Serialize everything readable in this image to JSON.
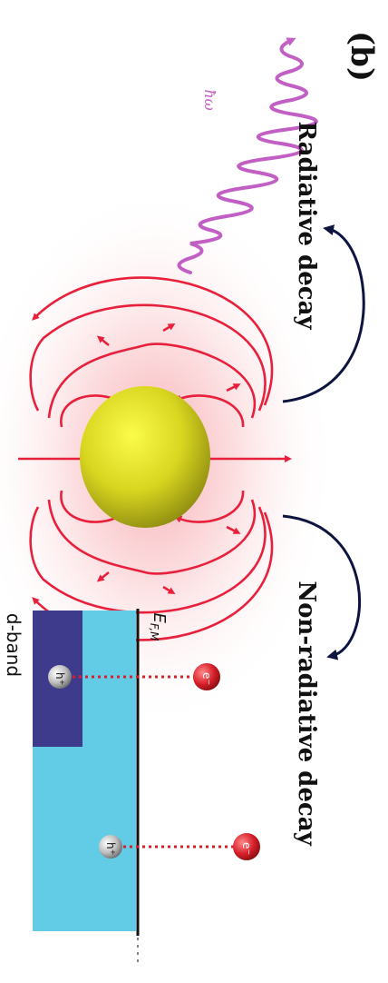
{
  "panel_label": "(b)",
  "photon_label": "ħω",
  "radiative_label": "Radiative decay",
  "nonradiative_label": "Non-radiative decay",
  "fermi_label": "E",
  "fermi_sub": "F,M",
  "dband_label": "d-band",
  "electron_label": "e",
  "electron_sup": "−",
  "hole_label": "h",
  "hole_sup": "+",
  "colors": {
    "field_lines": "#e8203c",
    "photon": "#c25fc4",
    "arrows": "#0e1440",
    "dband": "#3e3a8c",
    "conduction": "#62cbe6",
    "electron": "#d81f2a",
    "particle_top": "#fbfb4a",
    "particle_bottom": "#8c8a10"
  }
}
